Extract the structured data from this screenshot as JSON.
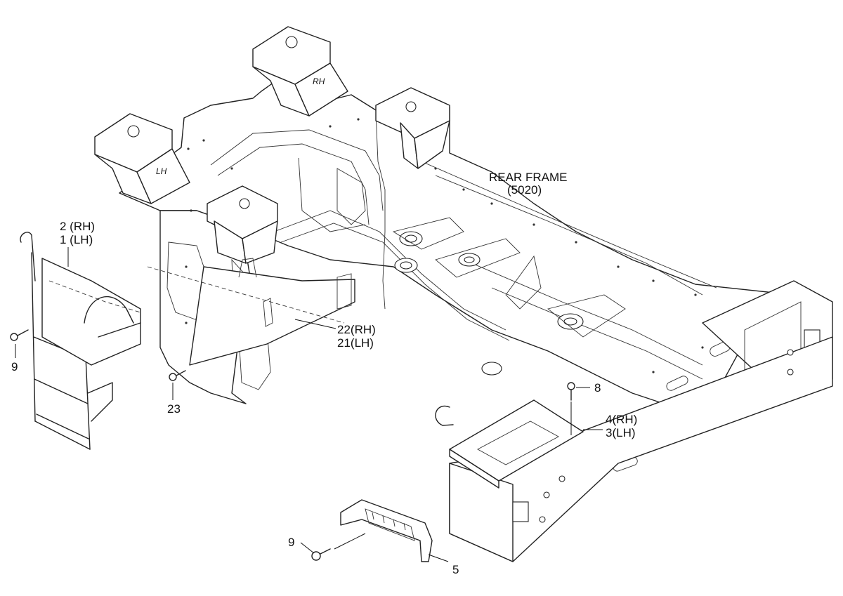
{
  "labels": {
    "rear_frame_title": "REAR FRAME",
    "rear_frame_code": "(5020)",
    "part_2_rh": "2 (RH)",
    "part_1_lh": "1 (LH)",
    "part_9_left": "9",
    "part_23": "23",
    "part_22_rh": "22(RH)",
    "part_21_lh": "21(LH)",
    "part_8": "8",
    "part_4_rh": "4(RH)",
    "part_3_lh": "3(LH)",
    "part_9_bottom": "9",
    "part_5": "5"
  },
  "plates": {
    "rh": "RH",
    "lh": "LH"
  }
}
